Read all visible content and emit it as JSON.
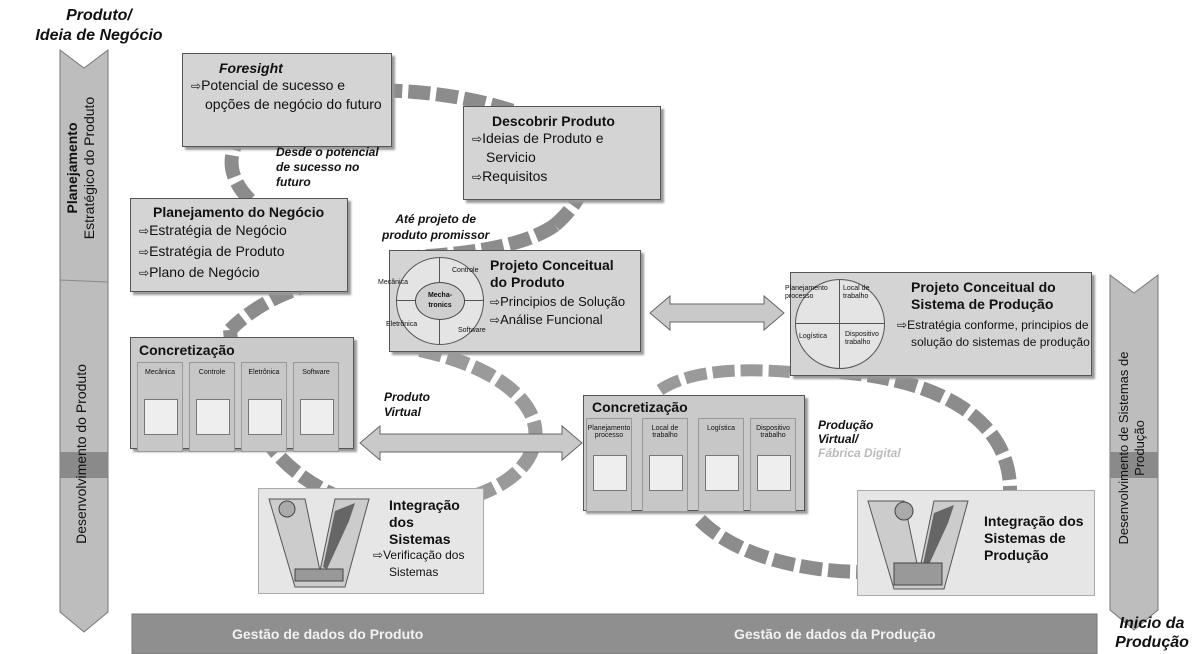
{
  "title_top": [
    "Produto/",
    "Ideia de Negócio"
  ],
  "title_bottom_right": [
    "Inicio da",
    "Produção"
  ],
  "left_bar": {
    "segment1": [
      "Planejamento",
      "Estratégico do Produto"
    ],
    "segment2": "Desenvolvimento do Produto"
  },
  "right_bar": {
    "segment": [
      "Desenvolvimento de Sistemas de",
      "Produção"
    ]
  },
  "foresight": {
    "title": "Foresight",
    "items": [
      "Potencial de sucesso e opções de negócio do futuro"
    ]
  },
  "descobrir": {
    "title": "Descobrir Produto",
    "items": [
      "Ideias de Produto e Servicio",
      "Requisitos"
    ]
  },
  "planejamento": {
    "title": "Planejamento do Negócio",
    "items": [
      "Estratégia de Negócio",
      "Estratégia de Produto",
      "Plano de Negócio"
    ]
  },
  "label_potencial": [
    "Desde o potencial",
    "de sucesso no",
    "futuro"
  ],
  "label_promissor": [
    "Até projeto de",
    "produto promissor"
  ],
  "projeto_produto": {
    "title": [
      "Projeto Conceitual",
      "do Produto"
    ],
    "items": [
      "Principios de Solução",
      "Análise Funcional"
    ],
    "wheel": {
      "center": [
        "Mecha-",
        "tronics"
      ],
      "labels": [
        "Mecânica",
        "Controle",
        "Eletrônica",
        "Software"
      ]
    }
  },
  "projeto_sistema": {
    "title": [
      "Projeto Conceitual do",
      "Sistema de Produção"
    ],
    "items": [
      "Estratégia conforme, principios de solução do sistemas de produção"
    ],
    "wheel": {
      "labels": [
        "Planejamento processo",
        "Local de trabalho",
        "Logística",
        "Dispositivo trabalho"
      ]
    }
  },
  "concretizacao_produto": {
    "title": "Concretização",
    "columns": [
      "Mecânica",
      "Controle",
      "Eletrônica",
      "Software"
    ]
  },
  "concretizacao_producao": {
    "title": "Concretização",
    "columns": [
      "Planejamento processo",
      "Local de trabalho",
      "Logística",
      "Dispositivo trabalho"
    ]
  },
  "label_produto_virtual": [
    "Produto",
    "Virtual"
  ],
  "label_producao_virtual": [
    "Produção",
    "Virtual/",
    "Fábrica Digital"
  ],
  "integracao_sistemas": {
    "title": [
      "Integração dos",
      "Sistemas"
    ],
    "items": [
      "Verificação dos Sistemas"
    ]
  },
  "integracao_producao": {
    "title": [
      "Integração dos",
      "Sistemas de",
      "Produção"
    ]
  },
  "bottom_bar": {
    "left": "Gestão de dados do Produto",
    "right": "Gestão de dados da Produção"
  }
}
